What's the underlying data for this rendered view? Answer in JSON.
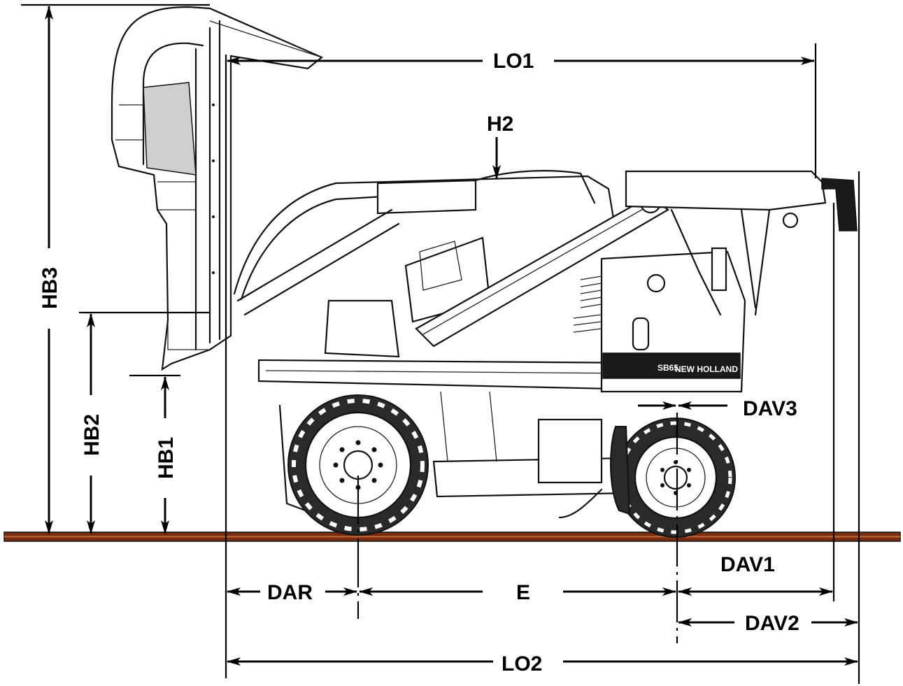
{
  "dimensions": {
    "lo1": "LO1",
    "lo2": "LO2",
    "h2": "H2",
    "hb1": "HB1",
    "hb2": "HB2",
    "hb3": "HB3",
    "dar": "DAR",
    "e": "E",
    "dav1": "DAV1",
    "dav2": "DAV2",
    "dav3": "DAV3"
  },
  "machine": {
    "model_badge": "SB65",
    "brand_badge": "NEW HOLLAND"
  },
  "colors": {
    "ground": "#7a2e10",
    "ink": "#000000"
  }
}
